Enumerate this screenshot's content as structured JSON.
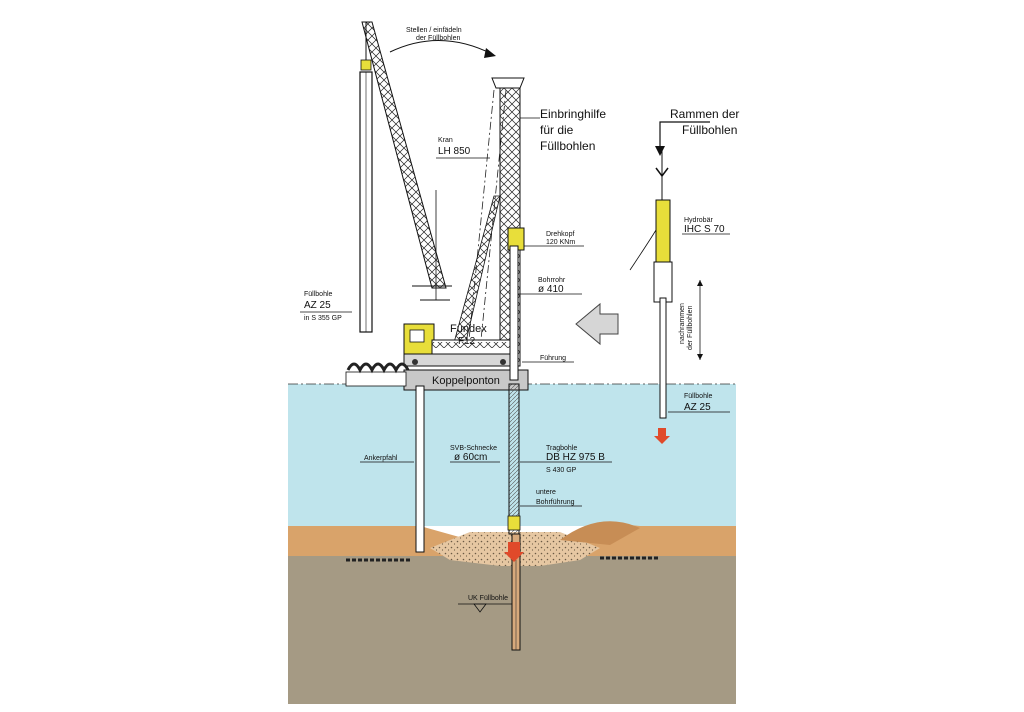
{
  "labels": {
    "stellen_line1": "Stellen / einfädeln",
    "stellen_line2": "der Füllbohlen",
    "kran": "Kran",
    "kran_type": "LH 850",
    "einbringhilfe_1": "Einbringhilfe",
    "einbringhilfe_2": "für die",
    "einbringhilfe_3": "Füllbohlen",
    "rammen_1": "Rammen der",
    "rammen_2": "Füllbohlen",
    "hydrobaer": "Hydrobär",
    "hydrobaer_type": "IHC S 70",
    "drehkopf": "Drehkopf",
    "drehkopf_value": "120 KNm",
    "bohrrohr": "Bohrrohr",
    "bohrrohr_value": "ø 410",
    "fuellbohle_left_1": "Füllbohle",
    "fuellbohle_left_2": "AZ 25",
    "fuellbohle_left_3": "in S 355 GP",
    "fundex_1": "Fundex",
    "fundex_2": "F12",
    "fuehrung": "Führung",
    "nachrammen_1": "nachrammen",
    "nachrammen_2": "der Füllbohlen",
    "koppelponton": "Koppelponton",
    "fuellbohle_right_1": "Füllbohle",
    "fuellbohle_right_2": "AZ 25",
    "svb_1": "SVB-Schnecke",
    "svb_2": "ø 60cm",
    "tragbohle_1": "Tragbohle",
    "tragbohle_2": "DB HZ 975 B",
    "tragbohle_3": "S 430 GP",
    "ankerpfahl": "Ankerpfahl",
    "untere_1": "untere",
    "untere_2": "Bohrführung",
    "uk_fuellbohle": "UK Füllbohle"
  },
  "colors": {
    "water": "#bfe4ec",
    "sand": "#d9a36a",
    "seabed": "#a59a84",
    "machine_yellow": "#e8de3a",
    "arrow_red": "#e04a2a",
    "pointer_arrow": "#d6d6d6"
  }
}
